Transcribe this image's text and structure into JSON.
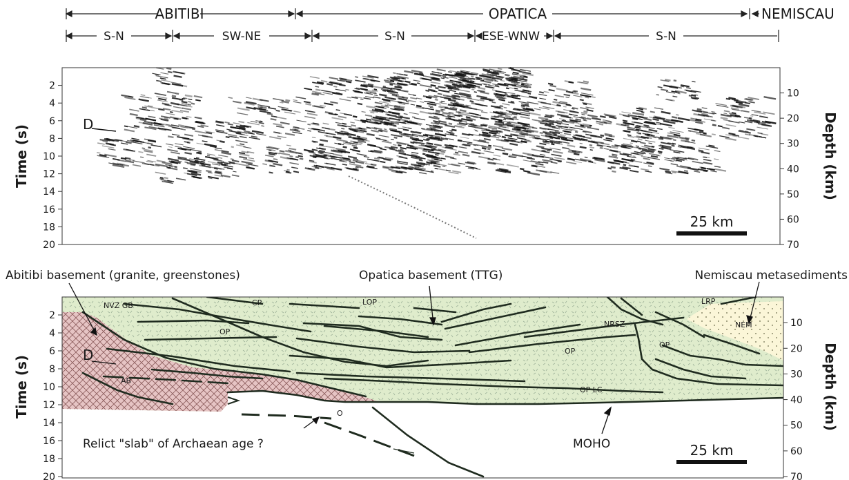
{
  "header": {
    "provinces": [
      "ABITIBI",
      "OPATICA",
      "NEMISCAU"
    ],
    "segments": [
      "S-N",
      "SW-NE",
      "S-N",
      "ESE-WNW",
      "S-N"
    ]
  },
  "axes": {
    "left_title": "Time (s)",
    "right_title": "Depth (km)",
    "time_ticks": [
      "2",
      "4",
      "6",
      "8",
      "10",
      "12",
      "14",
      "16",
      "18",
      "20"
    ],
    "depth_ticks": [
      "10",
      "20",
      "30",
      "40",
      "50",
      "60",
      "70"
    ]
  },
  "seismic": {
    "marker": "D",
    "scale_bar": "25 km"
  },
  "interpretation": {
    "annotations": {
      "abitibi_basement": "Abitibi basement (granite, greenstones)",
      "opatica_basement": "Opatica basement (TTG)",
      "nemiscau": "Nemiscau metasediments",
      "relict_slab": "Relict \"slab\" of Archaean age ?",
      "moho": "MOHO"
    },
    "units": {
      "nvz": "NVZ GB",
      "cp": "CP",
      "lop": "LOP",
      "lrp": "LRP",
      "op1": "OP",
      "nrsz": "NRSZ",
      "op2": "OP",
      "op3": "OP",
      "nem": "NEM",
      "d": "D",
      "ab": "AB",
      "op_lc": "OP LC",
      "o": "O"
    },
    "scale_bar": "25 km"
  },
  "colors": {
    "opatica": "#dfeccc",
    "abitibi": "#e6c4c4",
    "nemiscau": "#fbf6d8",
    "line": "#1f2b1f"
  }
}
